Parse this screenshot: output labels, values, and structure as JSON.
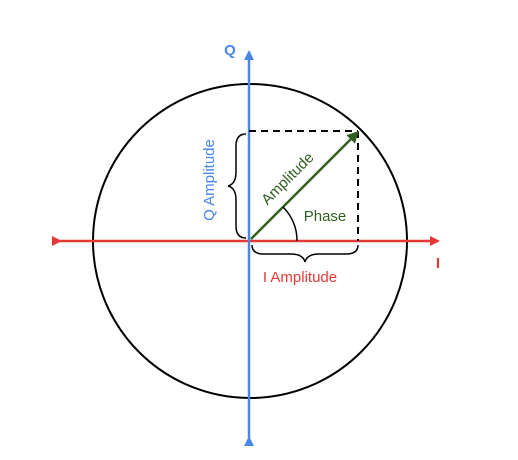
{
  "diagram": {
    "labels": {
      "q_axis": "Q",
      "i_axis": "I",
      "q_amplitude": "Q Amplitude",
      "i_amplitude": "I Amplitude",
      "amplitude": "Amplitude",
      "phase": "Phase"
    },
    "colors": {
      "circle": "#000000",
      "q_axis": "#4a86e8",
      "i_axis": "#e53935",
      "vector": "#2e5f1f",
      "dashed": "#000000",
      "brace": "#000000"
    }
  }
}
